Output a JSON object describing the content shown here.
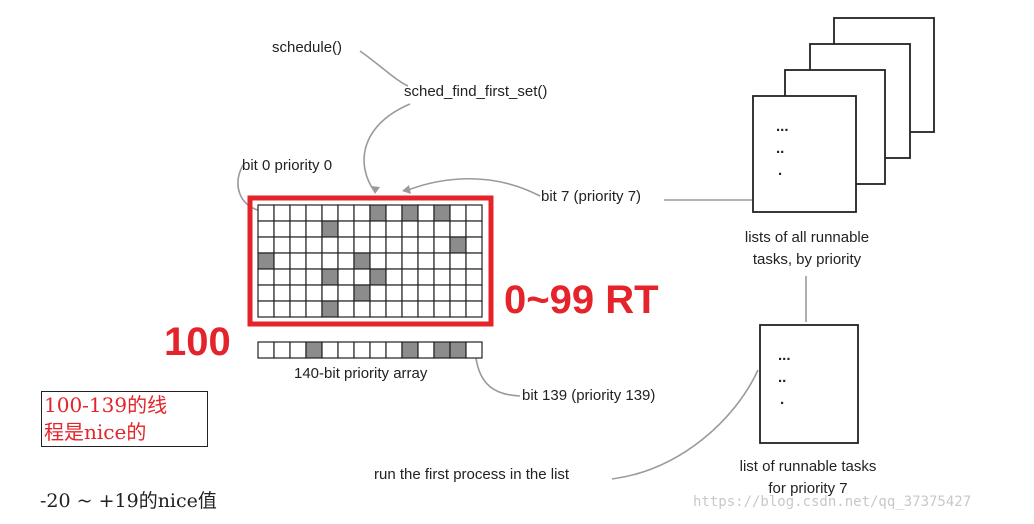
{
  "labels": {
    "schedule": "schedule()",
    "find_first_set": "sched_find_first_set()",
    "bit0": "bit 0 priority 0",
    "bit7": "bit 7 (priority 7)",
    "bit139": "bit 139 (priority 139)",
    "array_caption": "140-bit priority array",
    "all_lists_line1": "lists of all runnable",
    "all_lists_line2": "tasks, by priority",
    "prio7_line1": "list of runnable tasks",
    "prio7_line2": "for priority 7",
    "run_first": "run the first process in the list"
  },
  "annotations": {
    "rt_range": "0~99 RT",
    "hundred": "100",
    "nice_threads_line1": "100-139的线",
    "nice_threads_line2": "程是nice的",
    "nice_values": "-20 ~ +19的nice值",
    "watermark": "https://blog.csdn.net/qq_37375427"
  },
  "page_glyphs": {
    "dots3": "...",
    "dots2": "..",
    "dots1": "."
  },
  "priority_grid": {
    "columns": 14,
    "main_rows": 7,
    "bottom_rows": 1,
    "shaded_main": [
      [
        0,
        7
      ],
      [
        0,
        9
      ],
      [
        0,
        11
      ],
      [
        1,
        4
      ],
      [
        2,
        12
      ],
      [
        3,
        0
      ],
      [
        3,
        6
      ],
      [
        4,
        4
      ],
      [
        4,
        7
      ],
      [
        5,
        6
      ],
      [
        6,
        4
      ]
    ],
    "shaded_bottom": [
      3,
      9,
      11,
      12
    ]
  },
  "colors": {
    "highlight": "#e4232a",
    "cell_shade": "#8c8c8c",
    "line": "#9a9a9a"
  }
}
